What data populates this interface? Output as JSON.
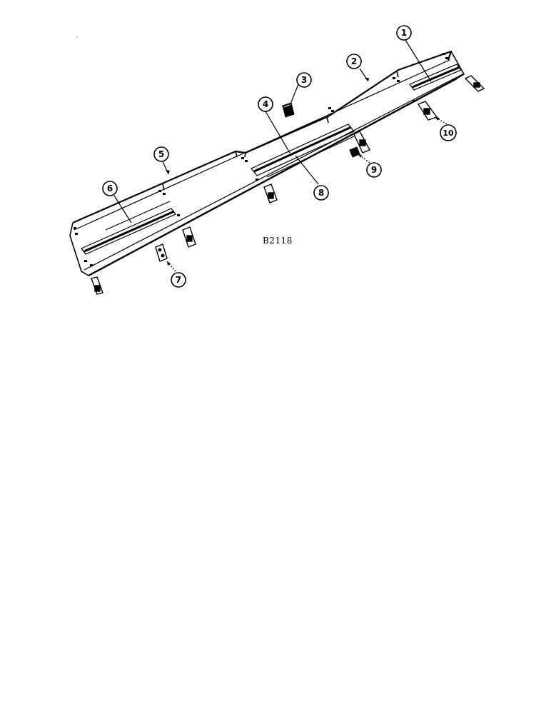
{
  "figure": {
    "id_label": "B2118",
    "callouts": [
      {
        "number": "1"
      },
      {
        "number": "2"
      },
      {
        "number": "3"
      },
      {
        "number": "4"
      },
      {
        "number": "5"
      },
      {
        "number": "6"
      },
      {
        "number": "7"
      },
      {
        "number": "8"
      },
      {
        "number": "9"
      },
      {
        "number": "10"
      }
    ]
  }
}
